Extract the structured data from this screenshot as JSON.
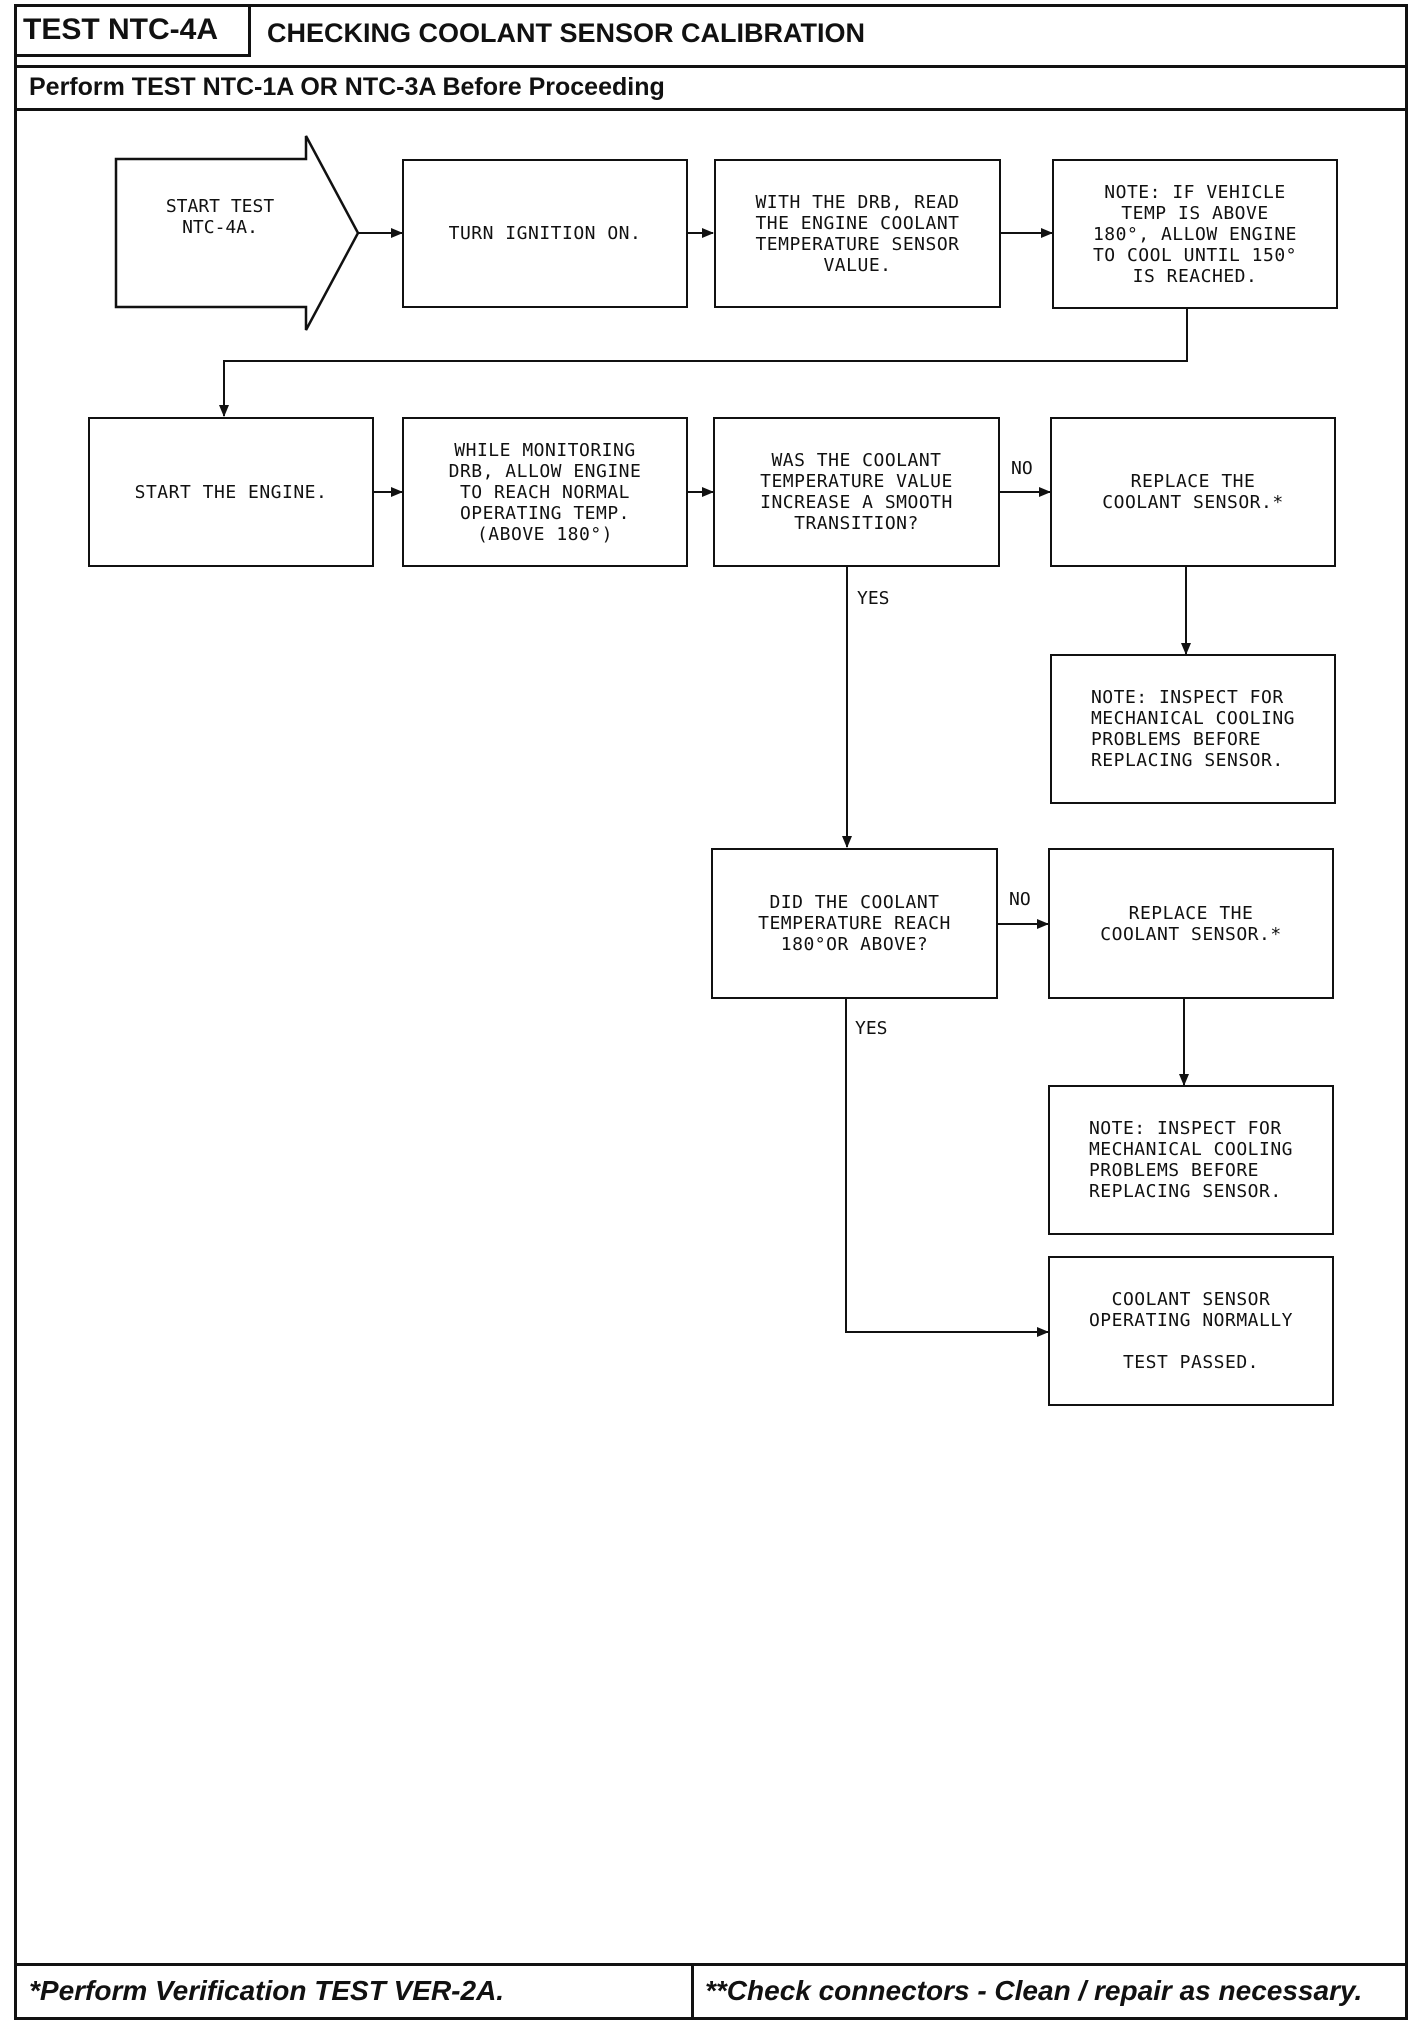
{
  "header": {
    "test_id": "TEST NTC-4A",
    "title": "CHECKING COOLANT SENSOR CALIBRATION",
    "subtitle": "Perform TEST NTC-1A OR NTC-3A Before Proceeding"
  },
  "flow": {
    "start": "START TEST\nNTC-4A.",
    "turn_ignition": "TURN IGNITION ON.",
    "read_value": "WITH THE DRB, READ\nTHE ENGINE COOLANT\nTEMPERATURE SENSOR\nVALUE.",
    "note_cool": "NOTE: IF VEHICLE\nTEMP IS ABOVE\n180°, ALLOW ENGINE\nTO COOL UNTIL 150°\nIS REACHED.",
    "start_engine": "START THE ENGINE.",
    "monitor": "WHILE MONITORING\nDRB, ALLOW ENGINE\nTO REACH NORMAL\nOPERATING TEMP.\n(ABOVE 180°)",
    "question_smooth": "WAS THE COOLANT\nTEMPERATURE VALUE\nINCREASE A SMOOTH\nTRANSITION?",
    "replace_1": "REPLACE THE\nCOOLANT SENSOR.*",
    "note_inspect_1": "NOTE: INSPECT FOR\nMECHANICAL COOLING\nPROBLEMS BEFORE\nREPLACING SENSOR.",
    "question_reach": "DID THE COOLANT\nTEMPERATURE REACH\n180°OR ABOVE?",
    "replace_2": "REPLACE THE\nCOOLANT SENSOR.*",
    "note_inspect_2": "NOTE: INSPECT FOR\nMECHANICAL COOLING\nPROBLEMS BEFORE\nREPLACING SENSOR.",
    "passed_status": "COOLANT SENSOR\nOPERATING NORMALLY",
    "passed_result": "TEST PASSED.",
    "label_no": "NO",
    "label_yes": "YES"
  },
  "footer": {
    "left": "*Perform Verification TEST VER-2A.",
    "right": "**Check connectors - Clean / repair as necessary."
  }
}
